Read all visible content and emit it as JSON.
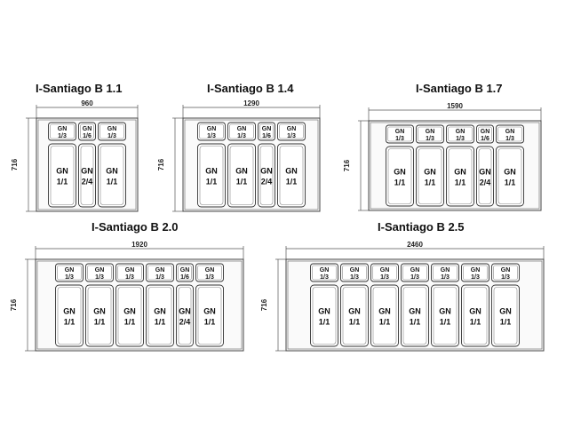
{
  "configurations": [
    {
      "title": "I-Santiago B 1.1",
      "width_label": "960",
      "height_label": "716",
      "columns": [
        {
          "top": [
            "GN",
            "1/3"
          ],
          "bottom": [
            "GN",
            "1/1"
          ]
        },
        {
          "top": [
            "GN",
            "1/6"
          ],
          "bottom": [
            "GN",
            "2/4"
          ]
        },
        {
          "top": [
            "GN",
            "1/3"
          ],
          "bottom": [
            "GN",
            "1/1"
          ]
        }
      ]
    },
    {
      "title": "I-Santiago B 1.4",
      "width_label": "1290",
      "height_label": "716",
      "columns": [
        {
          "top": [
            "GN",
            "1/3"
          ],
          "bottom": [
            "GN",
            "1/1"
          ]
        },
        {
          "top": [
            "GN",
            "1/3"
          ],
          "bottom": [
            "GN",
            "1/1"
          ]
        },
        {
          "top": [
            "GN",
            "1/6"
          ],
          "bottom": [
            "GN",
            "2/4"
          ]
        },
        {
          "top": [
            "GN",
            "1/3"
          ],
          "bottom": [
            "GN",
            "1/1"
          ]
        }
      ]
    },
    {
      "title": "I-Santiago B 1.7",
      "width_label": "1590",
      "height_label": "716",
      "columns": [
        {
          "top": [
            "GN",
            "1/3"
          ],
          "bottom": [
            "GN",
            "1/1"
          ]
        },
        {
          "top": [
            "GN",
            "1/3"
          ],
          "bottom": [
            "GN",
            "1/1"
          ]
        },
        {
          "top": [
            "GN",
            "1/3"
          ],
          "bottom": [
            "GN",
            "1/1"
          ]
        },
        {
          "top": [
            "GN",
            "1/6"
          ],
          "bottom": [
            "GN",
            "2/4"
          ]
        },
        {
          "top": [
            "GN",
            "1/3"
          ],
          "bottom": [
            "GN",
            "1/1"
          ]
        }
      ]
    },
    {
      "title": "I-Santiago B 2.0",
      "width_label": "1920",
      "height_label": "716",
      "columns": [
        {
          "top": [
            "GN",
            "1/3"
          ],
          "bottom": [
            "GN",
            "1/1"
          ]
        },
        {
          "top": [
            "GN",
            "1/3"
          ],
          "bottom": [
            "GN",
            "1/1"
          ]
        },
        {
          "top": [
            "GN",
            "1/3"
          ],
          "bottom": [
            "GN",
            "1/1"
          ]
        },
        {
          "top": [
            "GN",
            "1/3"
          ],
          "bottom": [
            "GN",
            "1/1"
          ]
        },
        {
          "top": [
            "GN",
            "1/6"
          ],
          "bottom": [
            "GN",
            "2/4"
          ]
        },
        {
          "top": [
            "GN",
            "1/3"
          ],
          "bottom": [
            "GN",
            "1/1"
          ]
        }
      ]
    },
    {
      "title": "I-Santiago B 2.5",
      "width_label": "2460",
      "height_label": "716",
      "columns": [
        {
          "top": [
            "GN",
            "1/3"
          ],
          "bottom": [
            "GN",
            "1/1"
          ]
        },
        {
          "top": [
            "GN",
            "1/3"
          ],
          "bottom": [
            "GN",
            "1/1"
          ]
        },
        {
          "top": [
            "GN",
            "1/3"
          ],
          "bottom": [
            "GN",
            "1/1"
          ]
        },
        {
          "top": [
            "GN",
            "1/3"
          ],
          "bottom": [
            "GN",
            "1/1"
          ]
        },
        {
          "top": [
            "GN",
            "1/3"
          ],
          "bottom": [
            "GN",
            "1/1"
          ]
        },
        {
          "top": [
            "GN",
            "1/3"
          ],
          "bottom": [
            "GN",
            "1/1"
          ]
        },
        {
          "top": [
            "GN",
            "1/3"
          ],
          "bottom": [
            "GN",
            "1/1"
          ]
        }
      ]
    }
  ]
}
